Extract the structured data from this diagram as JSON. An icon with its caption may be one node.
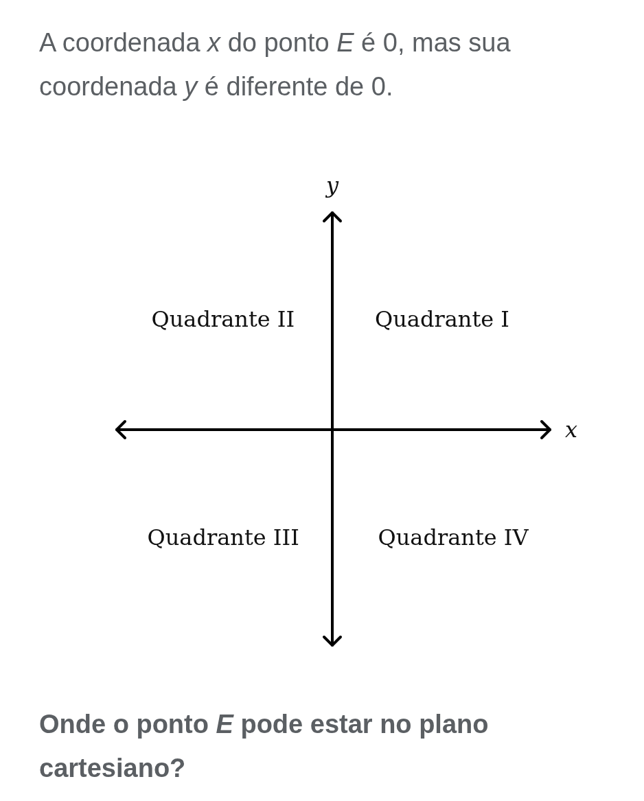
{
  "diagram": {
    "labels": [
      "A coordenada *x* do ponto *E* é 0, mas sua coordenada *y* é diferente de 0.",
      "y",
      "Quadrante II",
      "Quadrante I",
      "x",
      "Quadrante III",
      "Quadrante IV",
      "Onde o ponto *E* pode estar no plano cartesiano?"
    ]
  }
}
